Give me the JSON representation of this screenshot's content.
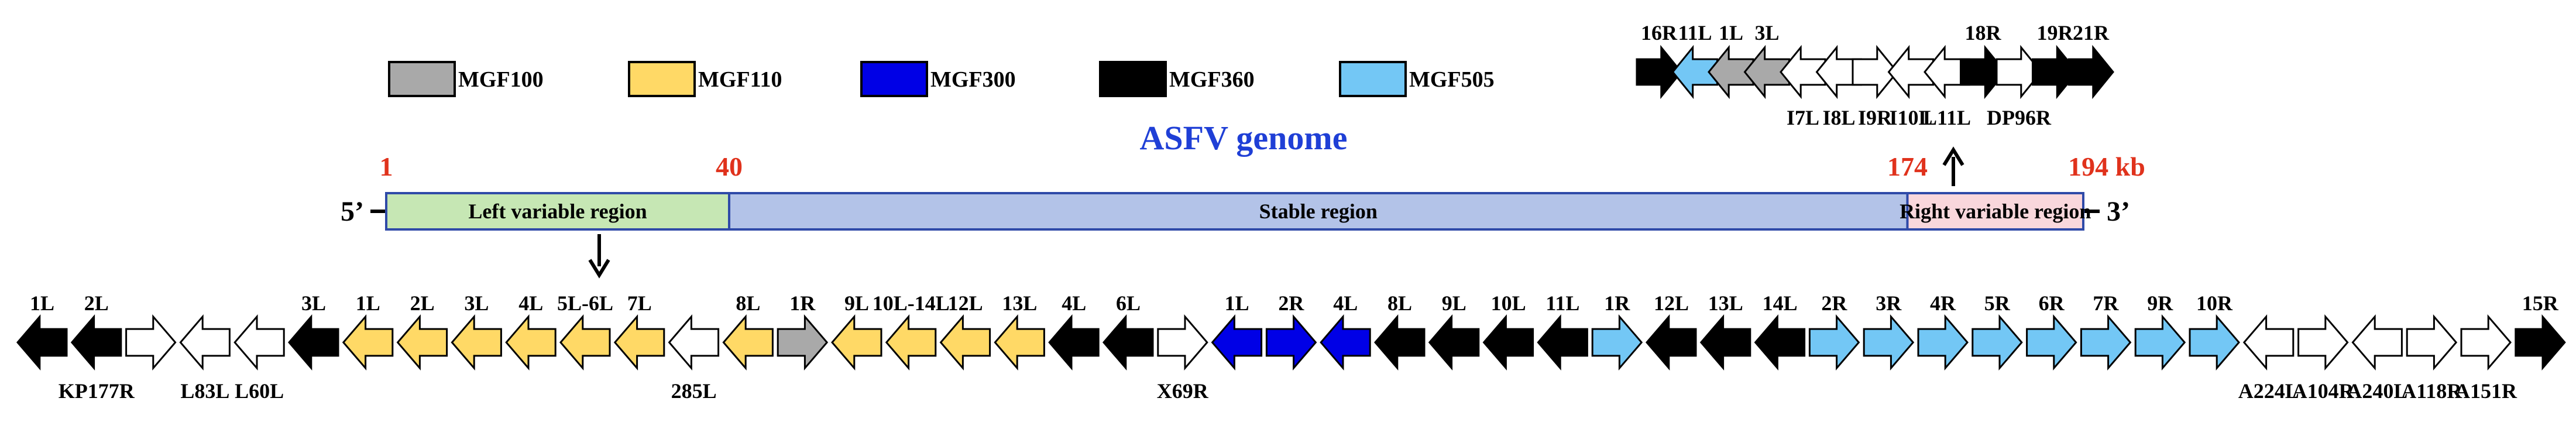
{
  "title": "ASFV genome",
  "colors": {
    "MGF100": "#a9a9a9",
    "MGF110": "#ffd966",
    "MGF300": "#0000e6",
    "MGF360": "#000000",
    "MGF505": "#73c7f5",
    "other": "#ffffff",
    "left_region": "#c6e7b4",
    "stable_region": "#b3c3e8",
    "right_region": "#f9d7dc",
    "region_border": "#2f4aa8",
    "position": "#e0321c",
    "title": "#1f3fd6"
  },
  "legend": [
    {
      "label": "MGF100",
      "family": "MGF100"
    },
    {
      "label": "MGF110",
      "family": "MGF110"
    },
    {
      "label": "MGF300",
      "family": "MGF300"
    },
    {
      "label": "MGF360",
      "family": "MGF360"
    },
    {
      "label": "MGF505",
      "family": "MGF505"
    }
  ],
  "genome": {
    "five_prime": "5’",
    "three_prime": "3’",
    "positions": [
      {
        "label": "1",
        "value": 1
      },
      {
        "label": "40",
        "value": 40
      },
      {
        "label": "174",
        "value": 174
      },
      {
        "label": "194 kb",
        "value": 194
      }
    ],
    "regions": [
      {
        "name": "Left variable region",
        "start": 1,
        "end": 40,
        "color": "left_region"
      },
      {
        "name": "Stable region",
        "start": 40,
        "end": 174,
        "color": "stable_region"
      },
      {
        "name": "Right variable region",
        "start": 174,
        "end": 194,
        "color": "right_region"
      }
    ]
  },
  "left_genes": [
    {
      "top": "1L",
      "bottom": "",
      "dir": "L",
      "family": "MGF360"
    },
    {
      "top": "2L",
      "bottom": "KP177R",
      "dir": "L",
      "family": "MGF360"
    },
    {
      "top": "",
      "bottom": "",
      "dir": "R",
      "family": "other"
    },
    {
      "top": "",
      "bottom": "L83L",
      "dir": "L",
      "family": "other"
    },
    {
      "top": "",
      "bottom": "L60L",
      "dir": "L",
      "family": "other"
    },
    {
      "top": "3L",
      "bottom": "",
      "dir": "L",
      "family": "MGF360"
    },
    {
      "top": "1L",
      "bottom": "",
      "dir": "L",
      "family": "MGF110"
    },
    {
      "top": "2L",
      "bottom": "",
      "dir": "L",
      "family": "MGF110"
    },
    {
      "top": "3L",
      "bottom": "",
      "dir": "L",
      "family": "MGF110"
    },
    {
      "top": "4L",
      "bottom": "",
      "dir": "L",
      "family": "MGF110"
    },
    {
      "top": "5L-6L",
      "bottom": "",
      "dir": "L",
      "family": "MGF110"
    },
    {
      "top": "7L",
      "bottom": "",
      "dir": "L",
      "family": "MGF110"
    },
    {
      "top": "",
      "bottom": "285L",
      "dir": "L",
      "family": "other"
    },
    {
      "top": "8L",
      "bottom": "",
      "dir": "L",
      "family": "MGF110"
    },
    {
      "top": "1R",
      "bottom": "",
      "dir": "R",
      "family": "MGF100"
    },
    {
      "top": "9L",
      "bottom": "",
      "dir": "L",
      "family": "MGF110"
    },
    {
      "top": "10L-14L",
      "bottom": "",
      "dir": "L",
      "family": "MGF110"
    },
    {
      "top": "12L",
      "bottom": "",
      "dir": "L",
      "family": "MGF110"
    },
    {
      "top": "13L",
      "bottom": "",
      "dir": "L",
      "family": "MGF110"
    },
    {
      "top": "4L",
      "bottom": "",
      "dir": "L",
      "family": "MGF360"
    },
    {
      "top": "6L",
      "bottom": "",
      "dir": "L",
      "family": "MGF360"
    },
    {
      "top": "",
      "bottom": "X69R",
      "dir": "R",
      "family": "other"
    },
    {
      "top": "1L",
      "bottom": "",
      "dir": "L",
      "family": "MGF300"
    },
    {
      "top": "2R",
      "bottom": "",
      "dir": "R",
      "family": "MGF300"
    },
    {
      "top": "4L",
      "bottom": "",
      "dir": "L",
      "family": "MGF300"
    },
    {
      "top": "8L",
      "bottom": "",
      "dir": "L",
      "family": "MGF360"
    },
    {
      "top": "9L",
      "bottom": "",
      "dir": "L",
      "family": "MGF360"
    },
    {
      "top": "10L",
      "bottom": "",
      "dir": "L",
      "family": "MGF360"
    },
    {
      "top": "11L",
      "bottom": "",
      "dir": "L",
      "family": "MGF360"
    },
    {
      "top": "1R",
      "bottom": "",
      "dir": "R",
      "family": "MGF505"
    },
    {
      "top": "12L",
      "bottom": "",
      "dir": "L",
      "family": "MGF360"
    },
    {
      "top": "13L",
      "bottom": "",
      "dir": "L",
      "family": "MGF360"
    },
    {
      "top": "14L",
      "bottom": "",
      "dir": "L",
      "family": "MGF360"
    },
    {
      "top": "2R",
      "bottom": "",
      "dir": "R",
      "family": "MGF505"
    },
    {
      "top": "3R",
      "bottom": "",
      "dir": "R",
      "family": "MGF505"
    },
    {
      "top": "4R",
      "bottom": "",
      "dir": "R",
      "family": "MGF505"
    },
    {
      "top": "5R",
      "bottom": "",
      "dir": "R",
      "family": "MGF505"
    },
    {
      "top": "6R",
      "bottom": "",
      "dir": "R",
      "family": "MGF505"
    },
    {
      "top": "7R",
      "bottom": "",
      "dir": "R",
      "family": "MGF505"
    },
    {
      "top": "9R",
      "bottom": "",
      "dir": "R",
      "family": "MGF505"
    },
    {
      "top": "10R",
      "bottom": "",
      "dir": "R",
      "family": "MGF505"
    },
    {
      "top": "",
      "bottom": "A224L",
      "dir": "L",
      "family": "other"
    },
    {
      "top": "",
      "bottom": "A104R",
      "dir": "R",
      "family": "other"
    },
    {
      "top": "",
      "bottom": "A240L",
      "dir": "L",
      "family": "other"
    },
    {
      "top": "",
      "bottom": "A118R",
      "dir": "R",
      "family": "other"
    },
    {
      "top": "",
      "bottom": "A151R",
      "dir": "R",
      "family": "other"
    },
    {
      "top": "15R",
      "bottom": "",
      "dir": "R",
      "family": "MGF360"
    }
  ],
  "right_genes": [
    {
      "top": "16R",
      "bottom": "",
      "dir": "R",
      "family": "MGF360"
    },
    {
      "top": "11L",
      "bottom": "",
      "dir": "L",
      "family": "MGF505"
    },
    {
      "top": "1L",
      "bottom": "",
      "dir": "L",
      "family": "MGF100"
    },
    {
      "top": "3L",
      "bottom": "",
      "dir": "L",
      "family": "MGF100"
    },
    {
      "top": "",
      "bottom": "I7L",
      "dir": "L",
      "family": "other"
    },
    {
      "top": "",
      "bottom": "I8L",
      "dir": "L",
      "family": "other"
    },
    {
      "top": "",
      "bottom": "I9R",
      "dir": "R",
      "family": "other"
    },
    {
      "top": "",
      "bottom": "I10L",
      "dir": "L",
      "family": "other"
    },
    {
      "top": "",
      "bottom": "L11L",
      "dir": "L",
      "family": "other"
    },
    {
      "top": "18R",
      "bottom": "",
      "dir": "R",
      "family": "MGF360"
    },
    {
      "top": "",
      "bottom": "DP96R",
      "dir": "R",
      "family": "other"
    },
    {
      "top": "19R",
      "bottom": "",
      "dir": "R",
      "family": "MGF360"
    },
    {
      "top": "21R",
      "bottom": "",
      "dir": "R",
      "family": "MGF360"
    }
  ]
}
